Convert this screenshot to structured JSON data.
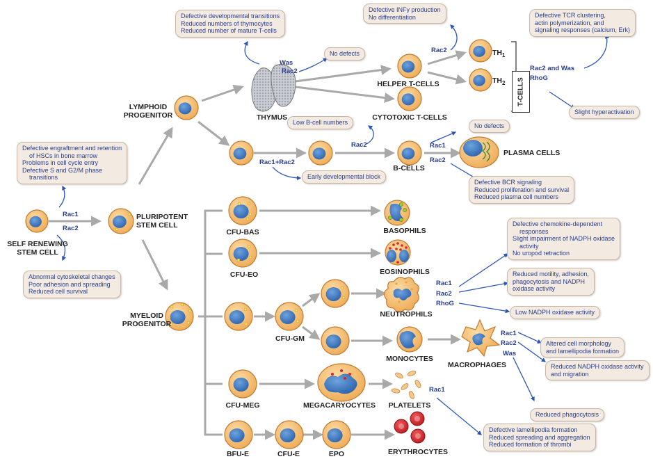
{
  "cells": {
    "self_renewing": "SELF RENEWING\nSTEM CELL",
    "pluripotent": "PLURIPOTENT\nSTEM CELL",
    "lymphoid": "LYMPHOID\nPROGENITOR",
    "myeloid": "MYELOID\nPROGENITOR",
    "thymus": "THYMUS",
    "helper": "HELPER T-CELLS",
    "cytotoxic": "CYTOTOXIC T-CELLS",
    "th1": "TH",
    "th1_sub": "1",
    "th2": "TH",
    "th2_sub": "2",
    "tcells_bracket": "T-CELLS",
    "bcells": "B-CELLS",
    "plasma": "PLASMA CELLS",
    "cfu_bas": "CFU-BAS",
    "cfu_eo": "CFU-EO",
    "cfu_gm": "CFU-GM",
    "cfu_meg": "CFU-MEG",
    "bfu_e": "BFU-E",
    "cfu_e": "CFU-E",
    "epo": "EPO",
    "basophils": "BASOPHILS",
    "eosinophils": "EOSINOPHILS",
    "neutrophils": "NEUTROPHILS",
    "monocytes": "MONOCYTES",
    "macrophages": "MACROPHAGES",
    "megacaryocytes": "MEGACARYOCYTES",
    "platelets": "PLATELETS",
    "erythrocytes": "ERYTHROCYTES"
  },
  "genes": {
    "stem_rac1": "Rac1",
    "stem_rac2": "Rac2",
    "thymus_was": "Was",
    "thymus_rac2": "Rac2",
    "helper_rac2": "Rac2",
    "tcell_rac2_was": "Rac2 and Was",
    "tcell_rhog": "RhoG",
    "early_b": "Rac1+Rac2",
    "bcell_rac2_top": "Rac2",
    "bcell_rac1": "Rac1",
    "bcell_rac2": "Rac2",
    "neut_rac1": "Rac1",
    "neut_rac2": "Rac2",
    "neut_rhog": "RhoG",
    "mac_rac1": "Rac1",
    "mac_rac2": "Rac2",
    "mac_was": "Was",
    "platelet_rac1": "Rac1"
  },
  "boxes": {
    "thymocytes": [
      "Defective developmental transitions",
      "Reduced numbers of thymocytes",
      "Reduced number of mature T-cells"
    ],
    "thymus_none": [
      "No defects"
    ],
    "inf": [
      "Defective INFγ production",
      "No differentiation"
    ],
    "tcr": [
      "Defective TCR clustering,",
      "actin polymerization, and",
      "signaling responses (calcium, Erk)"
    ],
    "hyperactivation": [
      "Slight hyperactivation"
    ],
    "low_b": [
      "Low B-cell numbers"
    ],
    "b_none": [
      "No defects"
    ],
    "hsc": [
      "Defective engraftment and retention",
      "of HSCs in bone marrow",
      "Problems in cell cycle entry",
      "Defective S and G2/M phase",
      "transitions"
    ],
    "early_block": [
      "Early developmental block"
    ],
    "bcr": [
      "Defective BCR signaling",
      "Reduced proliferation and survival",
      "Reduced plasma cell numbers"
    ],
    "cytoskeletal": [
      "Abnormal cytoskeletal changes",
      "Poor adhesion and spreading",
      "Reduced cell survival"
    ],
    "chemokine": [
      "Defective chemokine-dependent",
      "responses",
      "Slight impairment of NADPH oxidase",
      "activity",
      "No uropod retraction"
    ],
    "motility": [
      "Reduced motility, adhesion,",
      "phagocytosis and NADPH",
      "oxidase activity"
    ],
    "low_nadph": [
      "Low NADPH oxidase activity"
    ],
    "morphology": [
      "Altered cell morphology",
      "and lamellipodia formation"
    ],
    "mac_nadph": [
      "Reduced NADPH oxidase activity",
      "and migration"
    ],
    "phagocytosis": [
      "Reduced phagocytosis"
    ],
    "lamellipodia": [
      "Defective lamellipodia formation",
      "Reduced spreading and aggregation",
      "Reduced formation of thrombi"
    ]
  },
  "colors": {
    "cell_outer": "#f2b86a",
    "cell_nucleus": "#3f7fc8",
    "arrow_gray": "#a9a9a9",
    "arrow_blue": "#2e55b8",
    "box_fill": "#f3ebe2",
    "erythrocyte": "#d8262e",
    "gene_text": "#2a3d8f"
  }
}
